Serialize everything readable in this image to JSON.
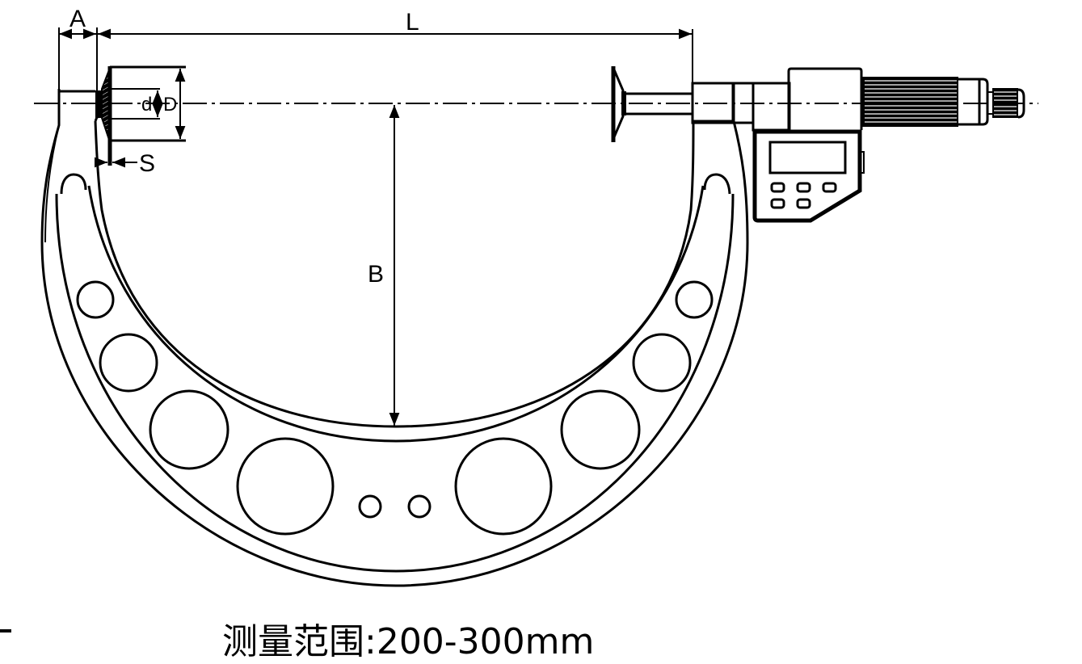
{
  "diagram": {
    "title": "Digital outside micrometer (disc anvil) dimension drawing",
    "labels": {
      "A": "A",
      "L": "L",
      "B": "B",
      "d": "d",
      "D": "D",
      "S": "S"
    },
    "caption": "测量范围:200-300mm",
    "measuring_range": "200-300mm",
    "display": {
      "buttons_count": 5
    },
    "colors": {
      "line": "#000000",
      "background": "#ffffff"
    }
  }
}
